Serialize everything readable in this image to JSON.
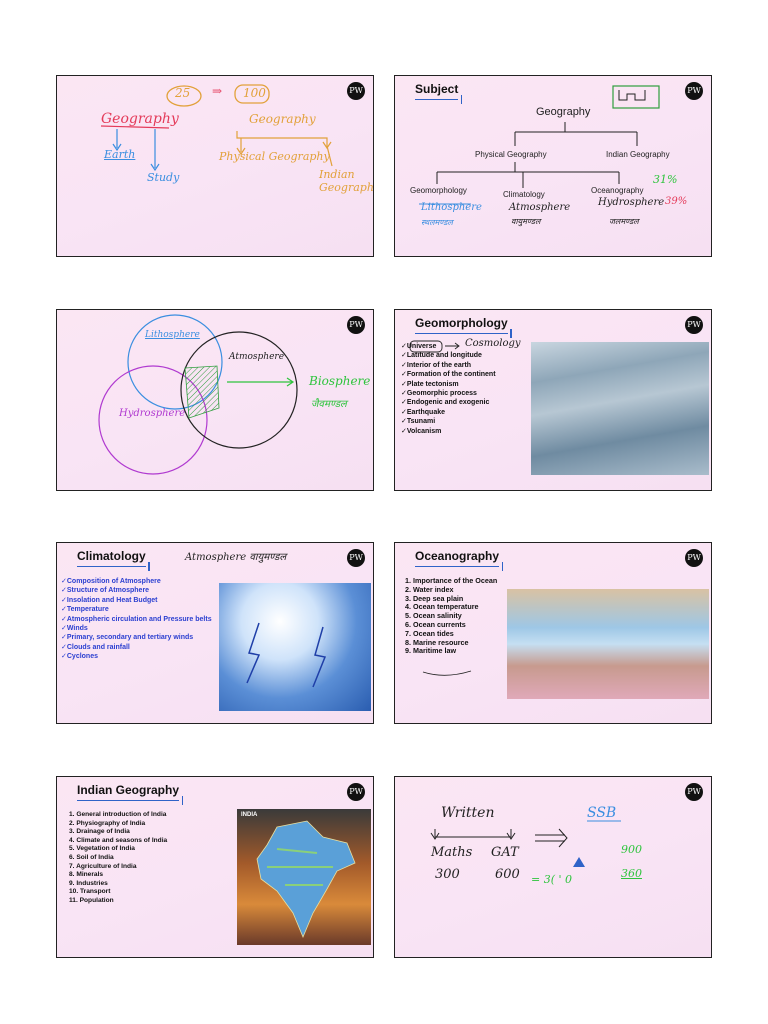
{
  "logo": "PW",
  "slide1": {
    "h25": "25",
    "h100": "100",
    "arrow": "⇒",
    "geo_left": "Geography",
    "earth": "Earth",
    "study": "Study",
    "geo_right": "Geography",
    "physical": "Physical Geography",
    "indian1": "Indian",
    "indian2": "Geography"
  },
  "slide2": {
    "title": "Subject",
    "root": "Geography",
    "physical": "Physical Geography",
    "indian": "Indian Geography",
    "geomorph": "Geomorphology",
    "climatology": "Climatology",
    "oceanography": "Oceanography",
    "litho": "Lithosphere",
    "litho_hi": "स्थलमण्डल",
    "atmo": "Atmosphere",
    "atmo_hi": "वायुमण्डल",
    "hydro": "Hydrosphere",
    "hydro_hi": "जलमण्डल",
    "pct1": "31%",
    "pct2": "39%"
  },
  "slide3": {
    "litho": "Lithosphere",
    "atmo": "Atmosphere",
    "hydro": "Hydrosphere",
    "bio": "Biosphere",
    "bio_hi": "जैवमण्डल"
  },
  "slide4": {
    "title": "Geomorphology",
    "annot": "Cosmology",
    "items": [
      "Universe",
      "Latitude and longitude",
      "Interior of the earth",
      "Formation of the continent",
      "Plate tectonism",
      "Geomorphic process",
      "Endogenic and exogenic",
      "Earthquake",
      "Tsunami",
      "Volcanism"
    ]
  },
  "slide5": {
    "title": "Climatology",
    "annot": "Atmosphere वायुमण्डल",
    "items": [
      "Composition of Atmosphere",
      "Structure of Atmosphere",
      "Insolation and Heat Budget",
      "Temperature",
      "Atmospheric circulation and Pressure belts",
      "Winds",
      "Primary, secondary and tertiary winds",
      "Clouds and rainfall",
      "Cyclones"
    ]
  },
  "slide6": {
    "title": "Oceanography",
    "items": [
      "1.  Importance of the Ocean",
      "2.  Water index",
      "3.  Deep sea plain",
      "4.  Ocean temperature",
      "5.  Ocean salinity",
      "6.  Ocean currents",
      "7.  Ocean tides",
      "8.  Marine resource",
      "9.  Maritime law"
    ]
  },
  "slide7": {
    "title": "Indian Geography",
    "map_label": "INDIA",
    "items": [
      "1.  General introduction of India",
      "2.  Physiography of India",
      "3.  Drainage of India",
      "4.  Climate and seasons of India",
      "5.  Vegetation of India",
      "6.  Soil of India",
      "7.  Agriculture of India",
      "8.  Minerals",
      "9.  Industries",
      "10. Transport",
      "11. Population"
    ]
  },
  "slide8": {
    "written": "Written",
    "ssb": "SSB",
    "maths": "Maths",
    "gat": "GAT",
    "m300": "300",
    "g600": "600",
    "s900": "900",
    "eq": "= 3(   ' 0",
    "s360": "360"
  }
}
